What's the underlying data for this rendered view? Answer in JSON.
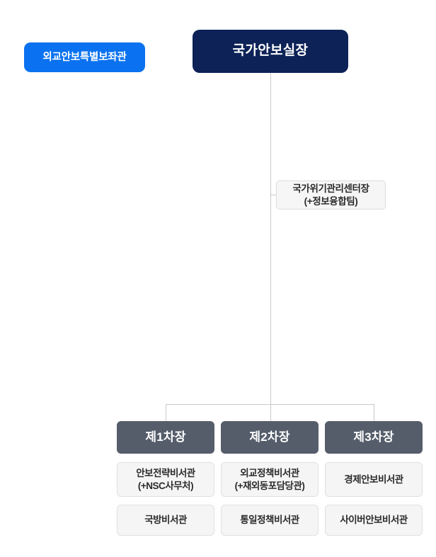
{
  "chart_meta": {
    "type": "org-chart",
    "background_color": "#ffffff",
    "line_color": "#c9c9c9"
  },
  "palette": {
    "root": "#0d2357",
    "advisor": "#0a72f0",
    "deputy": "#555d6b",
    "card": "#f5f5f5",
    "card_border": "#e0e0e0",
    "line": "#c9c9c9"
  },
  "root": {
    "label": "국가안보실장"
  },
  "advisor": {
    "label": "외교안보특별보좌관"
  },
  "staff": {
    "label": "국가위기관리센터장\n(+정보융합팀)"
  },
  "columns": [
    {
      "deputy": "제1차장",
      "secretaries": [
        "안보전략비서관\n(+NSC사무처)",
        "국방비서관"
      ]
    },
    {
      "deputy": "제2차장",
      "secretaries": [
        "외교정책비서관\n(+재외동포담당관)",
        "통일정책비서관"
      ]
    },
    {
      "deputy": "제3차장",
      "secretaries": [
        "경제안보비서관",
        "사이버안보비서관"
      ]
    }
  ]
}
